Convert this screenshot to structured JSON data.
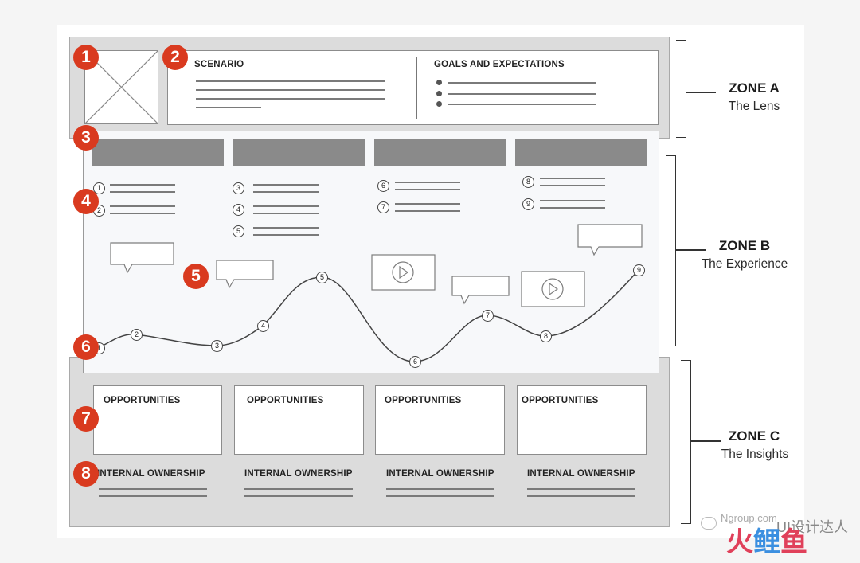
{
  "zone_a": {
    "badge_1": "1",
    "badge_2": "2",
    "scenario_title": "SCENARIO",
    "goals_title": "GOALS AND EXPECTATIONS",
    "label": "ZONE A",
    "sublabel": "The Lens"
  },
  "zone_b": {
    "badge_3": "3",
    "badge_4": "4",
    "badge_5": "5",
    "badge_6": "6",
    "label": "ZONE B",
    "sublabel": "The Experience",
    "step_numbers": [
      "1",
      "2",
      "3",
      "4",
      "5",
      "6",
      "7",
      "8",
      "9"
    ],
    "curve_points": [
      "1",
      "2",
      "3",
      "4",
      "5",
      "6",
      "7",
      "8",
      "9"
    ]
  },
  "zone_c": {
    "badge_7": "7",
    "badge_8": "8",
    "opportunities": [
      "OPPORTUNITIES",
      "OPPORTUNITIES",
      "OPPORTUNITIES",
      "OPPORTUNITIES"
    ],
    "ownership": [
      "INTERNAL OWNERSHIP",
      "INTERNAL OWNERSHIP",
      "INTERNAL OWNERSHIP",
      "INTERNAL OWNERSHIP"
    ],
    "label": "ZONE C",
    "sublabel": "The Insights"
  },
  "watermark": {
    "handle": "Ngroup.com",
    "wechat_text": "UI设计达人"
  },
  "colors": {
    "badge": "#d93a1f",
    "panel": "#dcdcdc",
    "phase_bar": "#8a8a8a"
  }
}
